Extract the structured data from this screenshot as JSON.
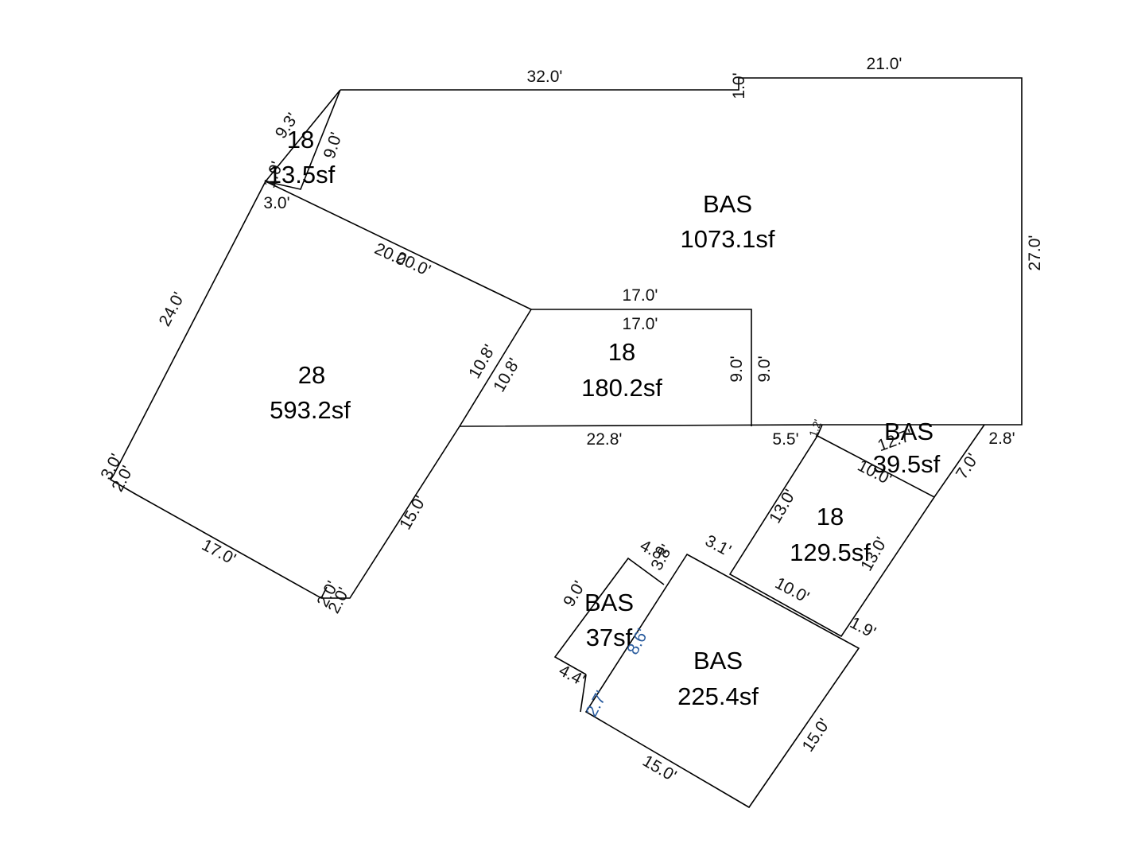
{
  "areas": [
    {
      "id": "bas_main",
      "name": "BAS",
      "value": "1073.1sf"
    },
    {
      "id": "a28",
      "name": "28",
      "value": "593.2sf"
    },
    {
      "id": "a18_mid",
      "name": "18",
      "value": "180.2sf"
    },
    {
      "id": "a18_small",
      "name": "18",
      "value": "13.5sf"
    },
    {
      "id": "bas_small",
      "name": "BAS",
      "value": "39.5sf"
    },
    {
      "id": "a18_lower",
      "name": "18",
      "value": "129.5sf"
    },
    {
      "id": "bas_37",
      "name": "BAS",
      "value": "37sf"
    },
    {
      "id": "bas_225",
      "name": "BAS",
      "value": "225.4sf"
    }
  ],
  "dimensions": {
    "d_32": "32.0'",
    "d_1": "1.0'",
    "d_21": "21.0'",
    "d_27": "27.0'",
    "d_9_3": "9.3'",
    "d_9_0a": "9.0'",
    "d_1_0b": "1.0'",
    "d_3_0a": "3.0'",
    "d_20_0a": "20.0'",
    "d_20_0b": "20.0'",
    "d_24": "24.0'",
    "d_17_0a": "17.0'",
    "d_17_0b": "17.0'",
    "d_9_0b": "9.0'",
    "d_9_0c": "9.0'",
    "d_10_8a": "10.8'",
    "d_10_8b": "10.8'",
    "d_22_8": "22.8'",
    "d_5_5": "5.5'",
    "d_2_8": "2.8'",
    "d_1_2": "1.2'",
    "d_12_7": "12.7'",
    "d_10_0a": "10.0'",
    "d_7_0": "7.0'",
    "d_13_0a": "13.0'",
    "d_13_0b": "13.0'",
    "d_10_0b": "10.0'",
    "d_1_9": "1.9'",
    "d_3_1": "3.1'",
    "d_3_0b": "3.0'",
    "d_2_0a": "2.0'",
    "d_17_0c": "17.0'",
    "d_15_0a": "15.0'",
    "d_2_0b": "2.0'",
    "d_2_0c": "2.0'",
    "d_4_8": "4.8'",
    "d_3_8": "3.8'",
    "d_9_0d": "9.0'",
    "d_8_6": "8.6'",
    "d_4_4": "4.4'",
    "d_2_7": "2.7'",
    "d_15_0b": "15.0'",
    "d_15_0c": "15.0'"
  }
}
